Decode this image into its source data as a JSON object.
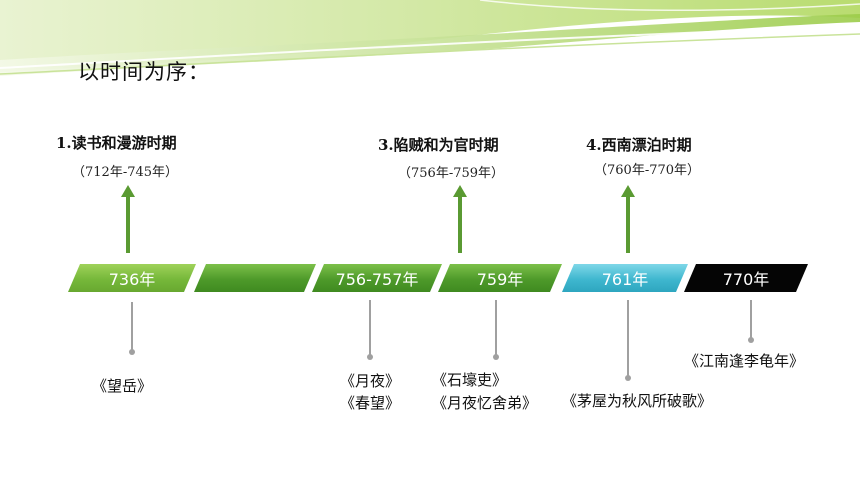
{
  "heading": "以时间为序：",
  "periods": [
    {
      "title": "1.读书和漫游时期",
      "range": "（712年-745年）"
    },
    {
      "title": "3.陷贼和为官时期",
      "range": "（756年-759年）"
    },
    {
      "title": "4.西南漂泊时期",
      "range": "（760年-770年）"
    }
  ],
  "timeline": [
    {
      "label": "736年",
      "color": "#76b83a"
    },
    {
      "label": "",
      "color": "#4e9a2a"
    },
    {
      "label": "756-757年",
      "color": "#4e9a2a"
    },
    {
      "label": "759年",
      "color": "#4e9a2a"
    },
    {
      "label": "761年",
      "color": "#3fb7cf"
    },
    {
      "label": "770年",
      "color": "#050505"
    }
  ],
  "poems": {
    "p736": "《望岳》",
    "p756a": "《月夜》",
    "p756b": "《春望》",
    "p759a": "《石壕吏》",
    "p759b": "《月夜忆舍弟》",
    "p761": "《茅屋为秋风所破歌》",
    "p770": "《江南逢李龟年》"
  }
}
